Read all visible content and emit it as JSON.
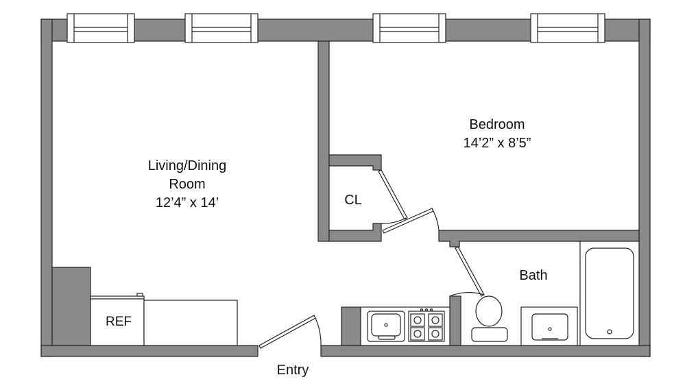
{
  "colors": {
    "wall": "#8a8a8a",
    "line": "#222222",
    "background": "#ffffff"
  },
  "rooms": {
    "living": {
      "line1": "Living/Dining",
      "line2": "Room",
      "dimensions": "12’4” x 14’"
    },
    "bedroom": {
      "name": "Bedroom",
      "dimensions": "14’2” x 8’5”"
    },
    "closet": {
      "name": "CL"
    },
    "bath": {
      "name": "Bath"
    }
  },
  "fixtures": {
    "refrigerator": "REF"
  },
  "entry": {
    "label": "Entry"
  }
}
